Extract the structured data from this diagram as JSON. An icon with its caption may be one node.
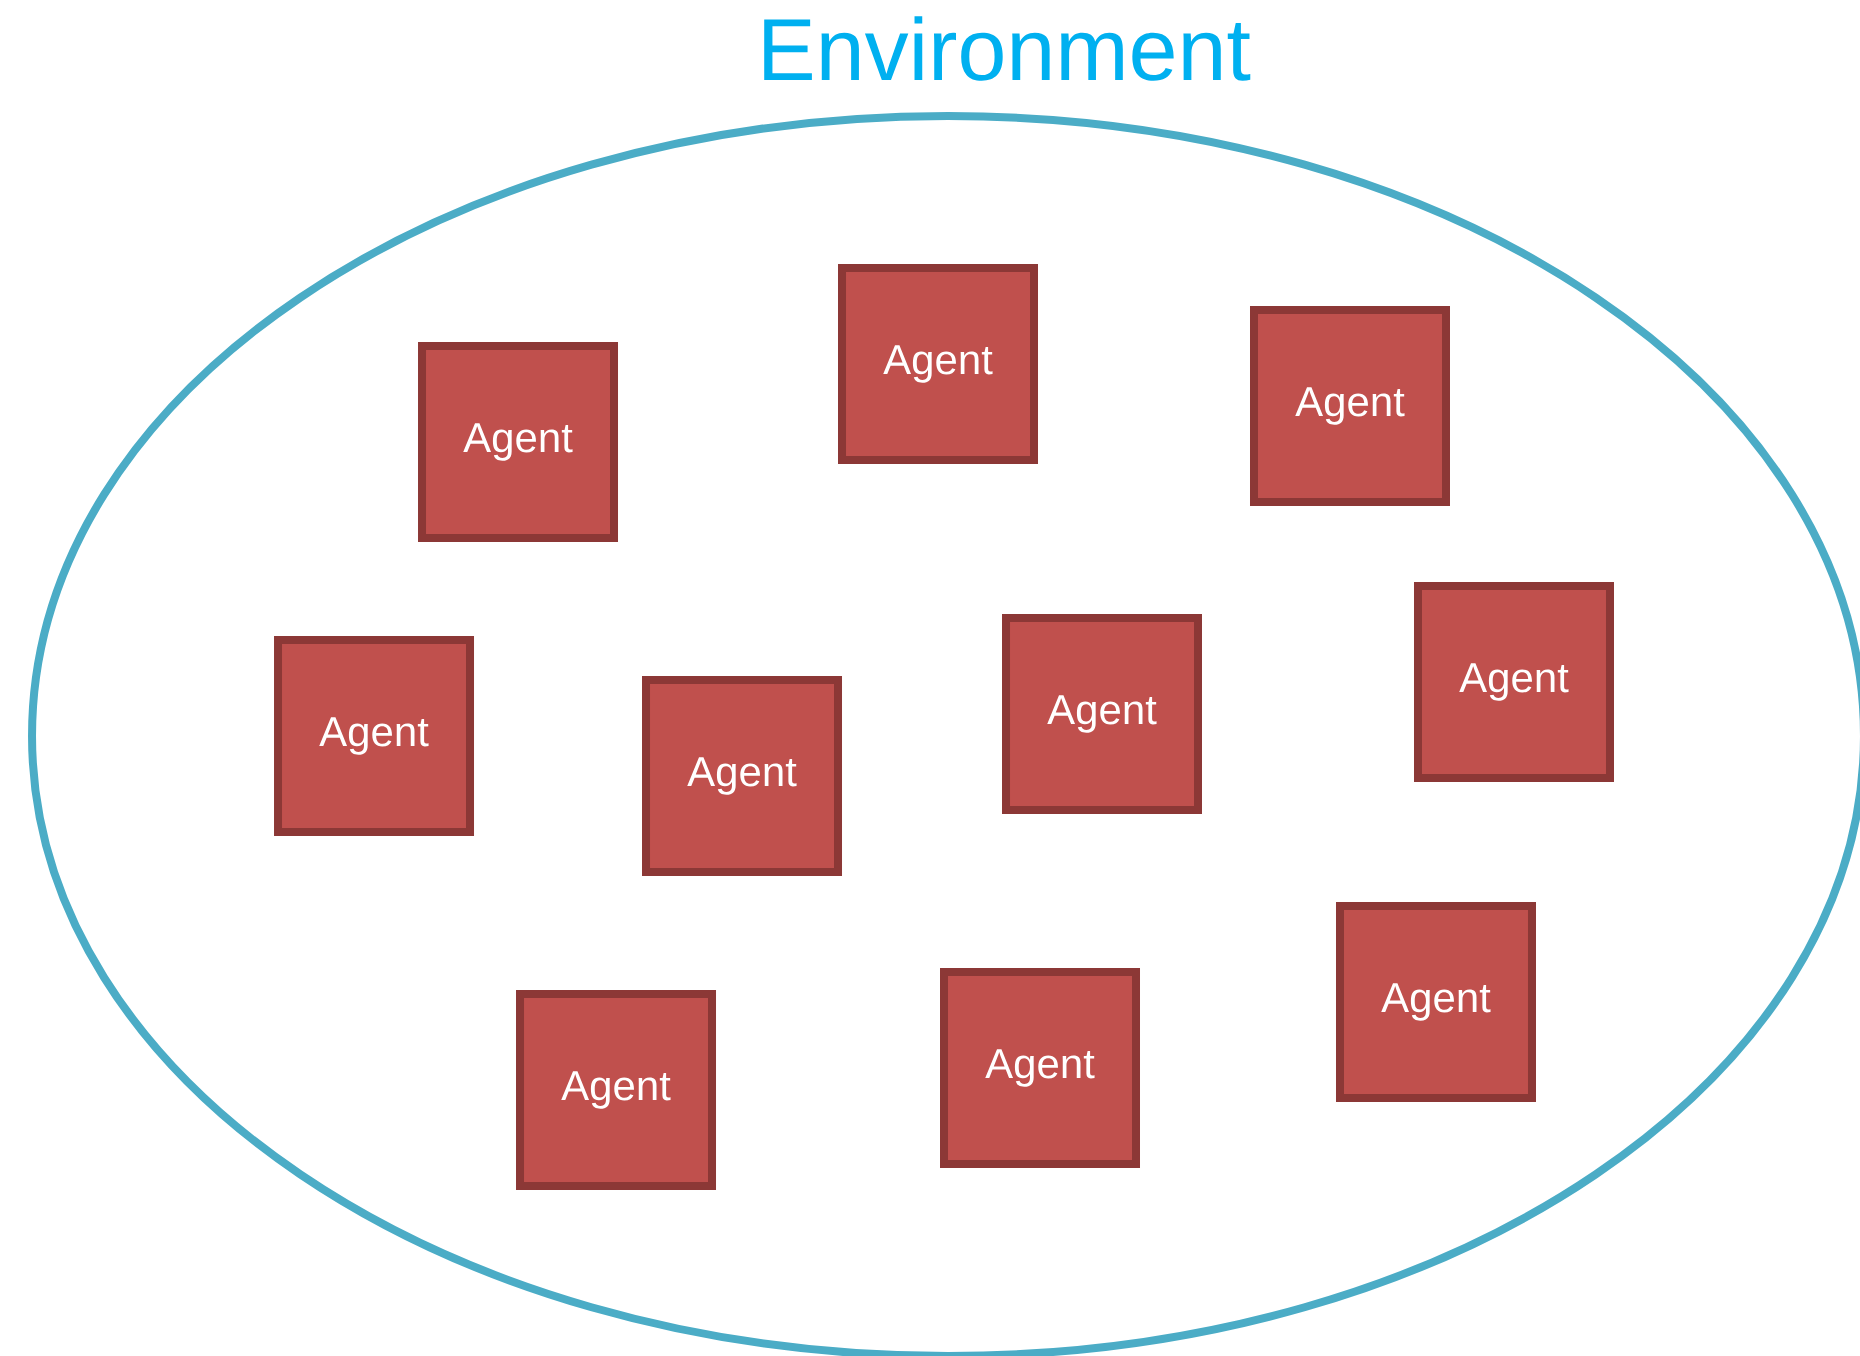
{
  "diagram": {
    "nodes": [
      {
        "text": [
          "Environment"
        ]
      },
      {
        "text": [
          "Agent"
        ],
        "in": 0
      },
      {
        "text": [
          "Agent"
        ],
        "in": 0
      },
      {
        "text": [
          "Agent"
        ],
        "in": 0
      },
      {
        "text": [
          "Agent"
        ],
        "in": 0
      },
      {
        "text": [
          "Agent"
        ],
        "in": 0
      },
      {
        "text": [
          "Agent"
        ],
        "in": 0
      },
      {
        "text": [
          "Agent"
        ],
        "in": 0
      },
      {
        "text": [
          "Agent"
        ],
        "in": 0
      },
      {
        "text": [
          "Agent"
        ],
        "in": 0
      },
      {
        "text": [
          "Agent"
        ],
        "in": 0
      }
    ]
  }
}
